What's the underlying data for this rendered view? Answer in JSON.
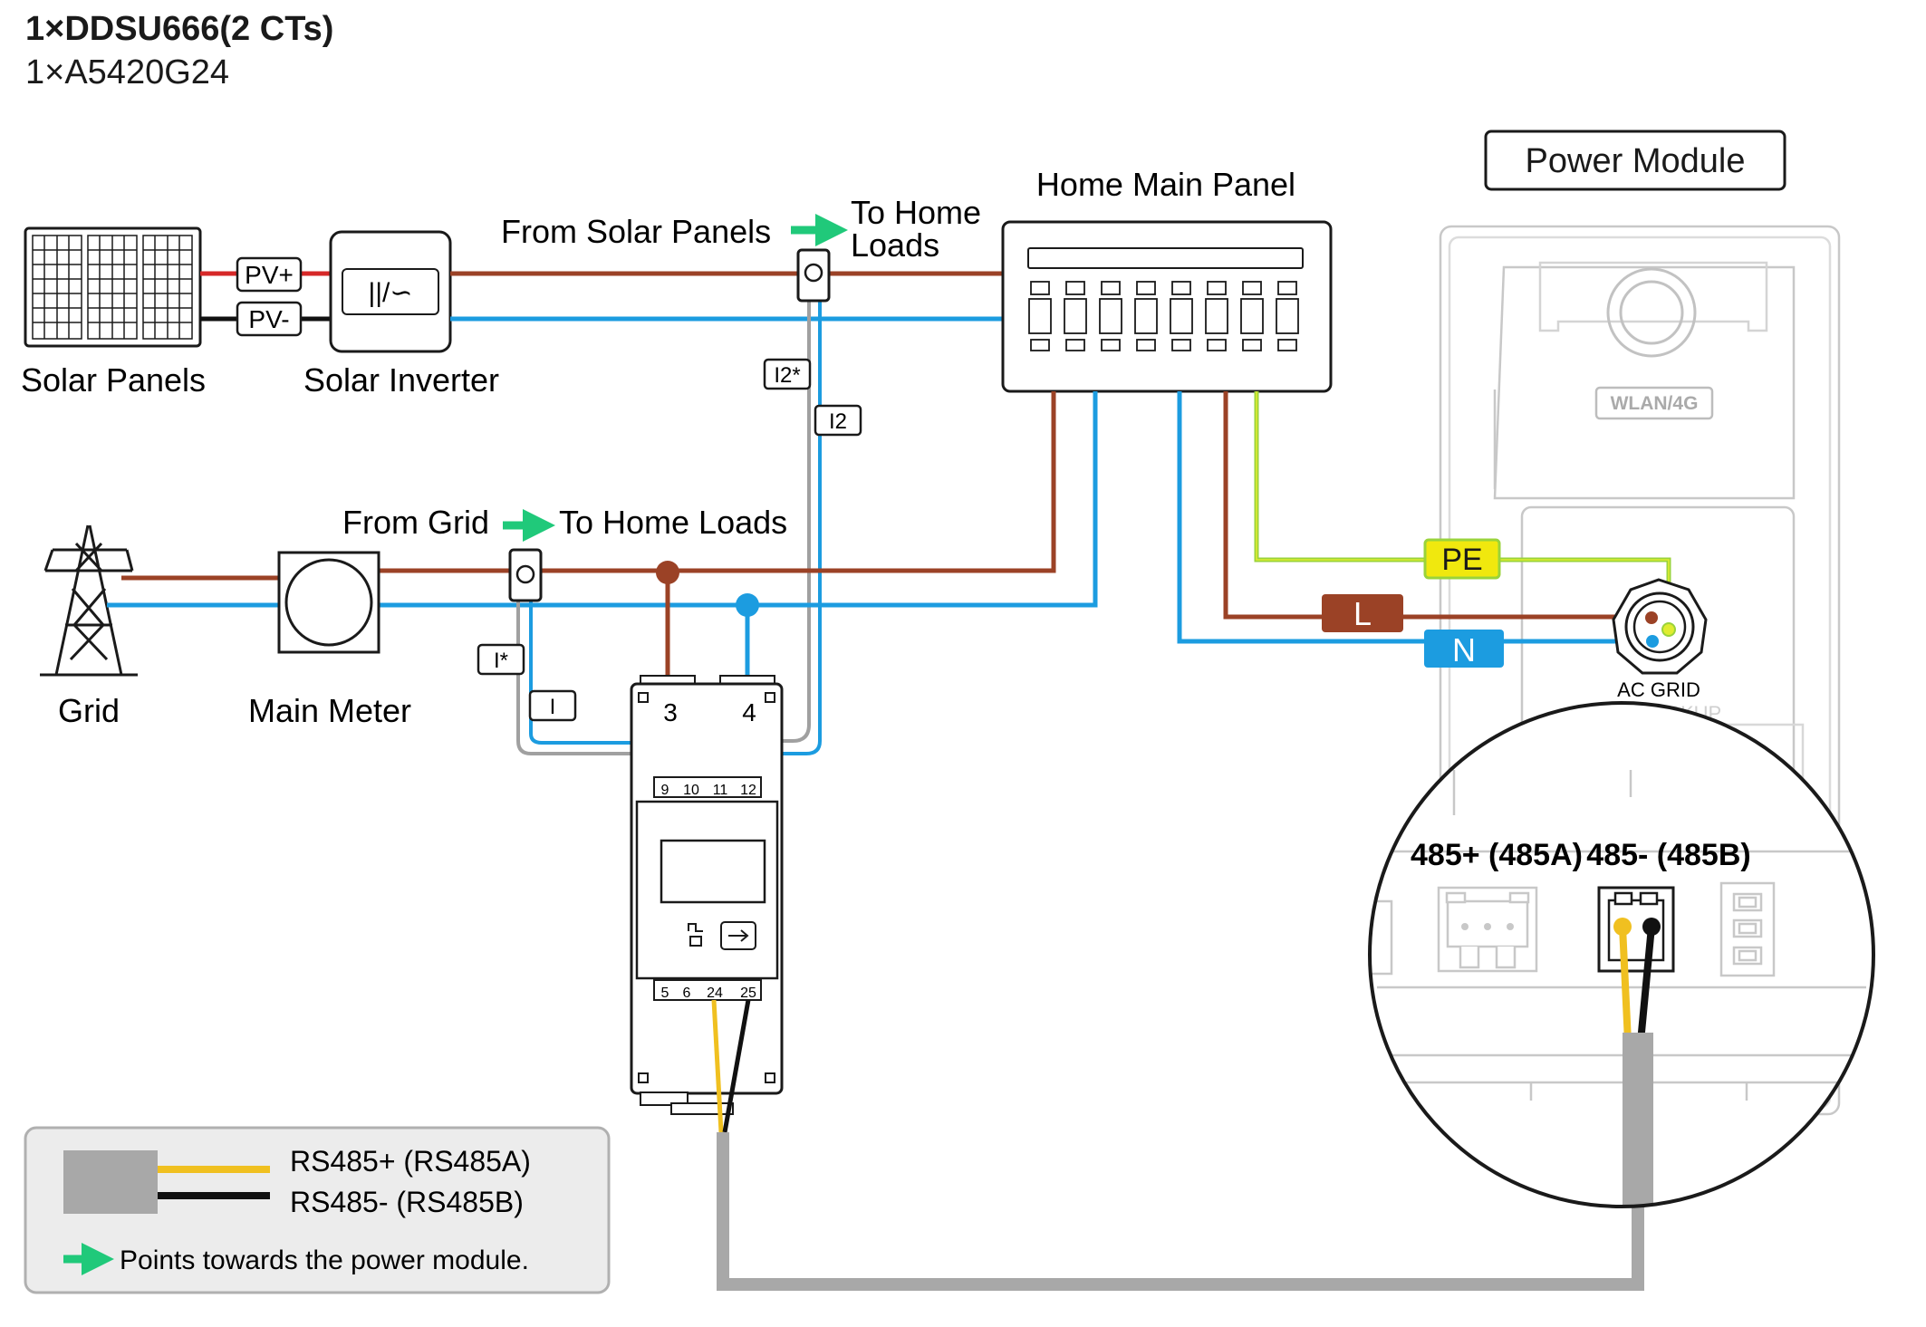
{
  "header": {
    "line1": "1×DDSU666(2 CTs)",
    "line2": "1×A5420G24"
  },
  "labels": {
    "solar_panels": "Solar Panels",
    "solar_inverter": "Solar Inverter",
    "pv_plus": "PV+",
    "pv_minus": "PV-",
    "inverter_symbol": "||/∽",
    "from_solar": "From Solar Panels",
    "to_home_line1": "To Home",
    "to_home_line2": "Loads",
    "home_main_panel": "Home Main Panel",
    "power_module": "Power Module",
    "wlan": "WLAN/4G",
    "grid": "Grid",
    "main_meter": "Main Meter",
    "from_grid": "From Grid",
    "to_home_loads": "To Home Loads",
    "ct_i2_star": "I2*",
    "ct_i2": "I2",
    "ct_i_star": "I*",
    "ct_i": "I",
    "pe": "PE",
    "l": "L",
    "n": "N",
    "ac_grid": "AC GRID",
    "backup": "BACKUP",
    "meter_t3": "3",
    "meter_t4": "4",
    "meter_t9": "9",
    "meter_t10": "10",
    "meter_t11": "11",
    "meter_t12": "12",
    "meter_t5": "5",
    "meter_t6": "6",
    "meter_t24": "24",
    "meter_t25": "25",
    "rs485a_port": "485+ (485A)",
    "rs485b_port": "485- (485B)"
  },
  "legend": {
    "rs485_plus": "RS485+ (RS485A)",
    "rs485_minus": "RS485- (RS485B)",
    "arrow_note": "Points towards the power module."
  },
  "colors": {
    "live": "#9b4226",
    "neutral": "#1c9ce0",
    "earth": "#9ad33a",
    "pe_fill": "#f0e80e",
    "rs485a": "#f0c020",
    "rs485b": "#111111",
    "cable": "#a8a8a8",
    "arrow": "#20c97a",
    "pv_plus": "#d62828"
  }
}
